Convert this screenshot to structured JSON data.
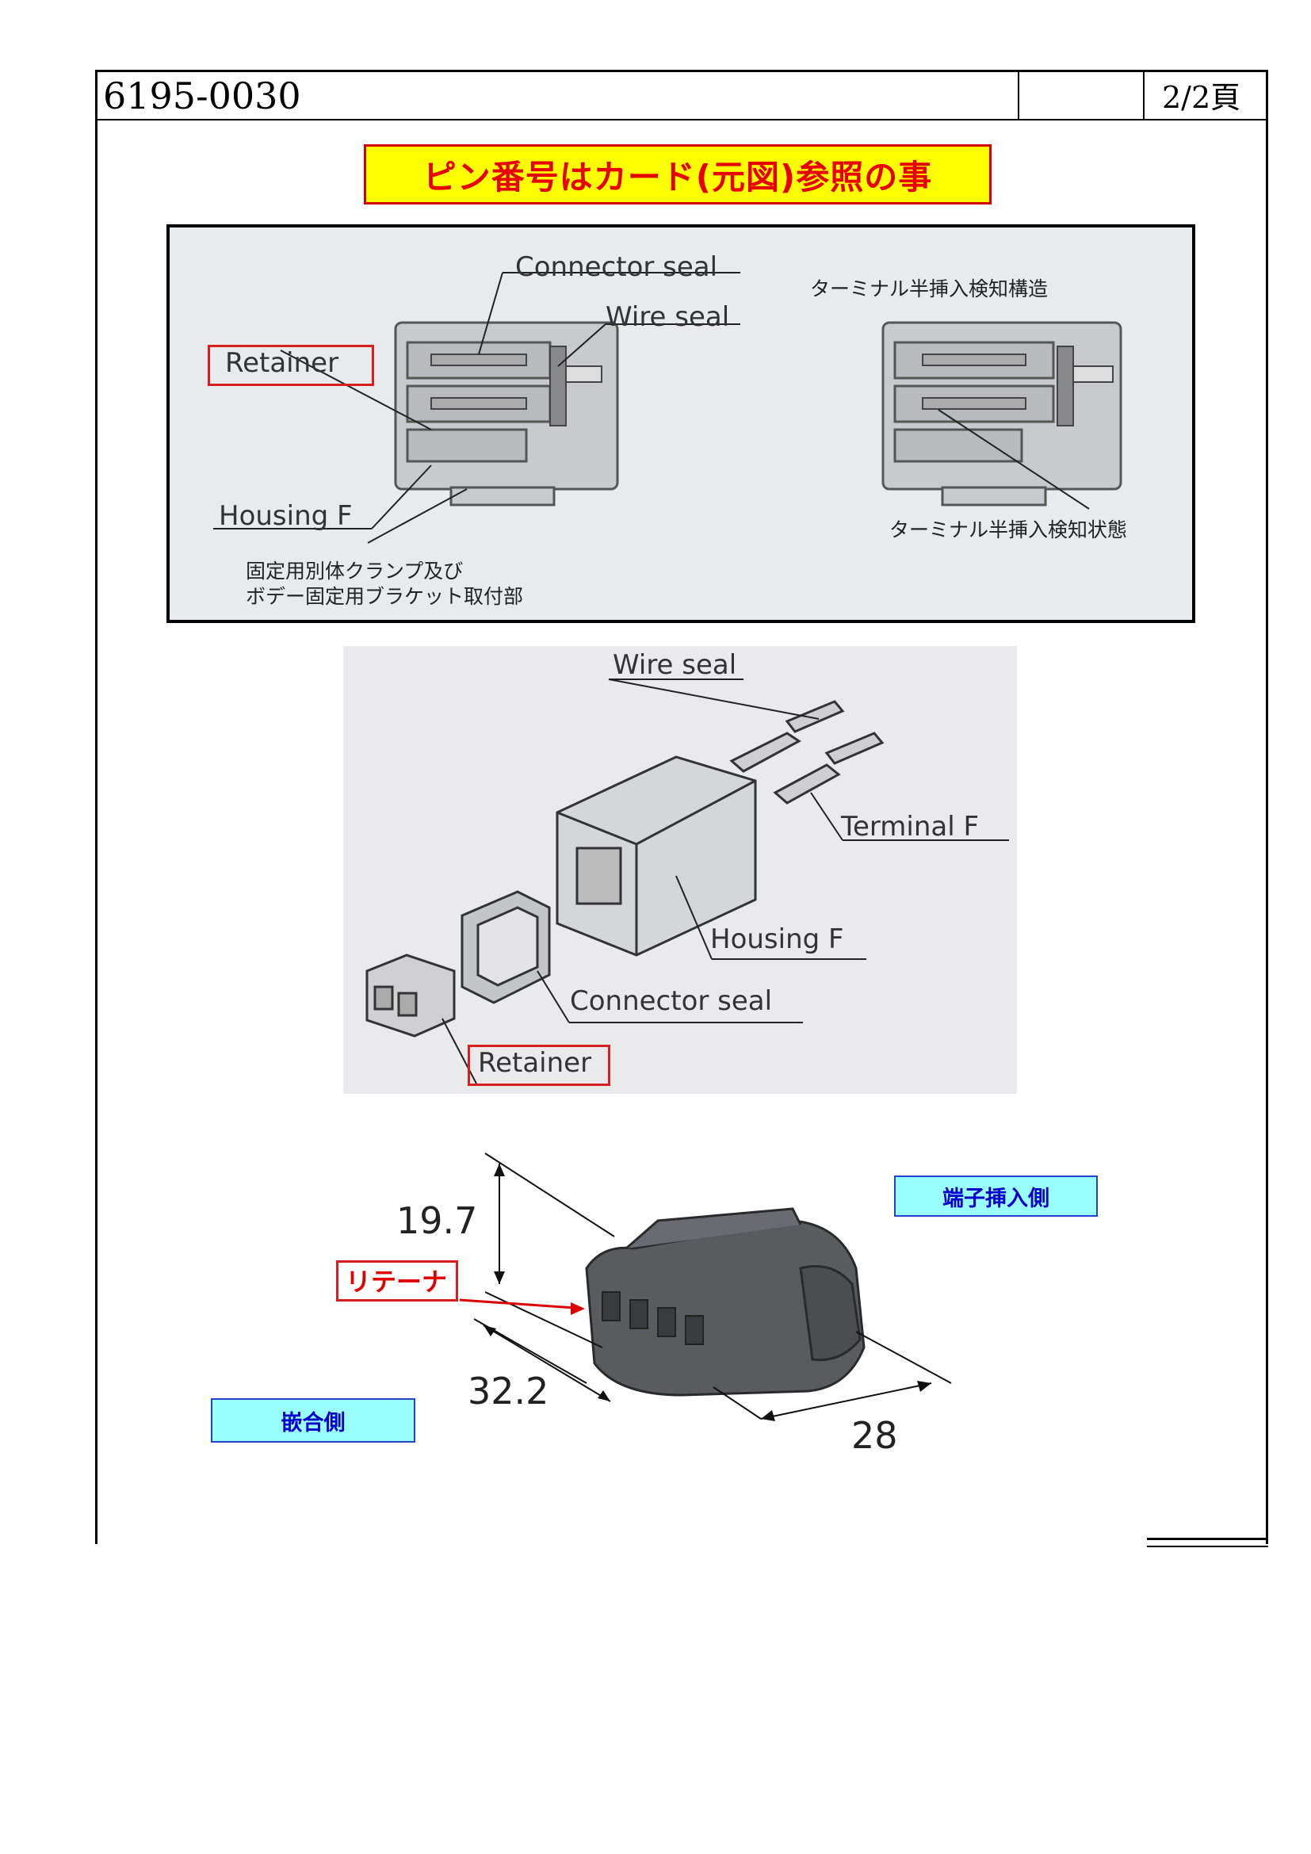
{
  "header": {
    "part_number": "6195-0030",
    "page": "2/2頁"
  },
  "notice": "ピン番号はカード(元図)参照の事",
  "figure_cross_section": {
    "labels": {
      "connector_seal": "Connector seal",
      "wire_seal": "Wire seal",
      "retainer": "Retainer",
      "housing_f": "Housing F",
      "clamp_note_line1": "固定用別体クランプ及び",
      "clamp_note_line2": "ボデー固定用ブラケット取付部",
      "terminal_detect_structure": "ターミナル半挿入検知構造",
      "terminal_detect_state": "ターミナル半挿入検知状態"
    }
  },
  "figure_exploded": {
    "labels": {
      "wire_seal": "Wire seal",
      "terminal_f": "Terminal F",
      "housing_f": "Housing F",
      "connector_seal": "Connector seal",
      "retainer": "Retainer"
    }
  },
  "figure_dimensions": {
    "height": "19.7",
    "length": "32.2",
    "width": "28",
    "retainer_label": "リテーナ",
    "terminal_insert_side": "端子挿入側",
    "mating_side": "嵌合側"
  },
  "colors": {
    "notice_bg": "#ffff00",
    "notice_text": "#e60000",
    "highlight_red": "#d62020",
    "side_label_bg": "#99ffff",
    "side_label_text": "#0000cc"
  }
}
